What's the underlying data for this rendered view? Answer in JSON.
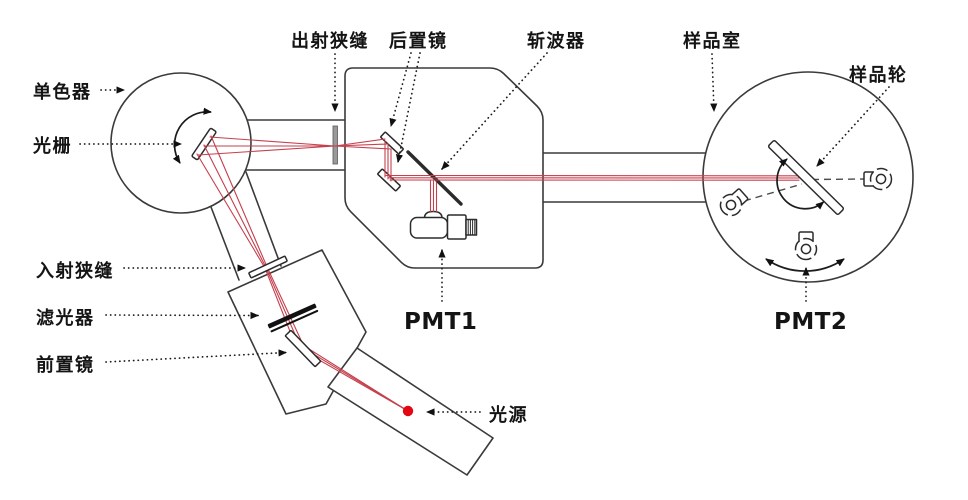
{
  "labels": {
    "monochromator": "单色器",
    "grating": "光栅",
    "exit_slit": "出射狭缝",
    "rear_mirror": "后置镜",
    "chopper": "斩波器",
    "sample_chamber": "样品室",
    "sample_wheel": "样品轮",
    "entrance_slit": "入射狭缝",
    "filter": "滤光器",
    "front_mirror": "前置镜",
    "light_source": "光源",
    "pmt1": "PMT1",
    "pmt2": "PMT2"
  },
  "colors": {
    "beam": "#c5404d",
    "light_source_dot": "#e30613",
    "component_outline": "#3a3a3a",
    "label_text": "#141414"
  }
}
